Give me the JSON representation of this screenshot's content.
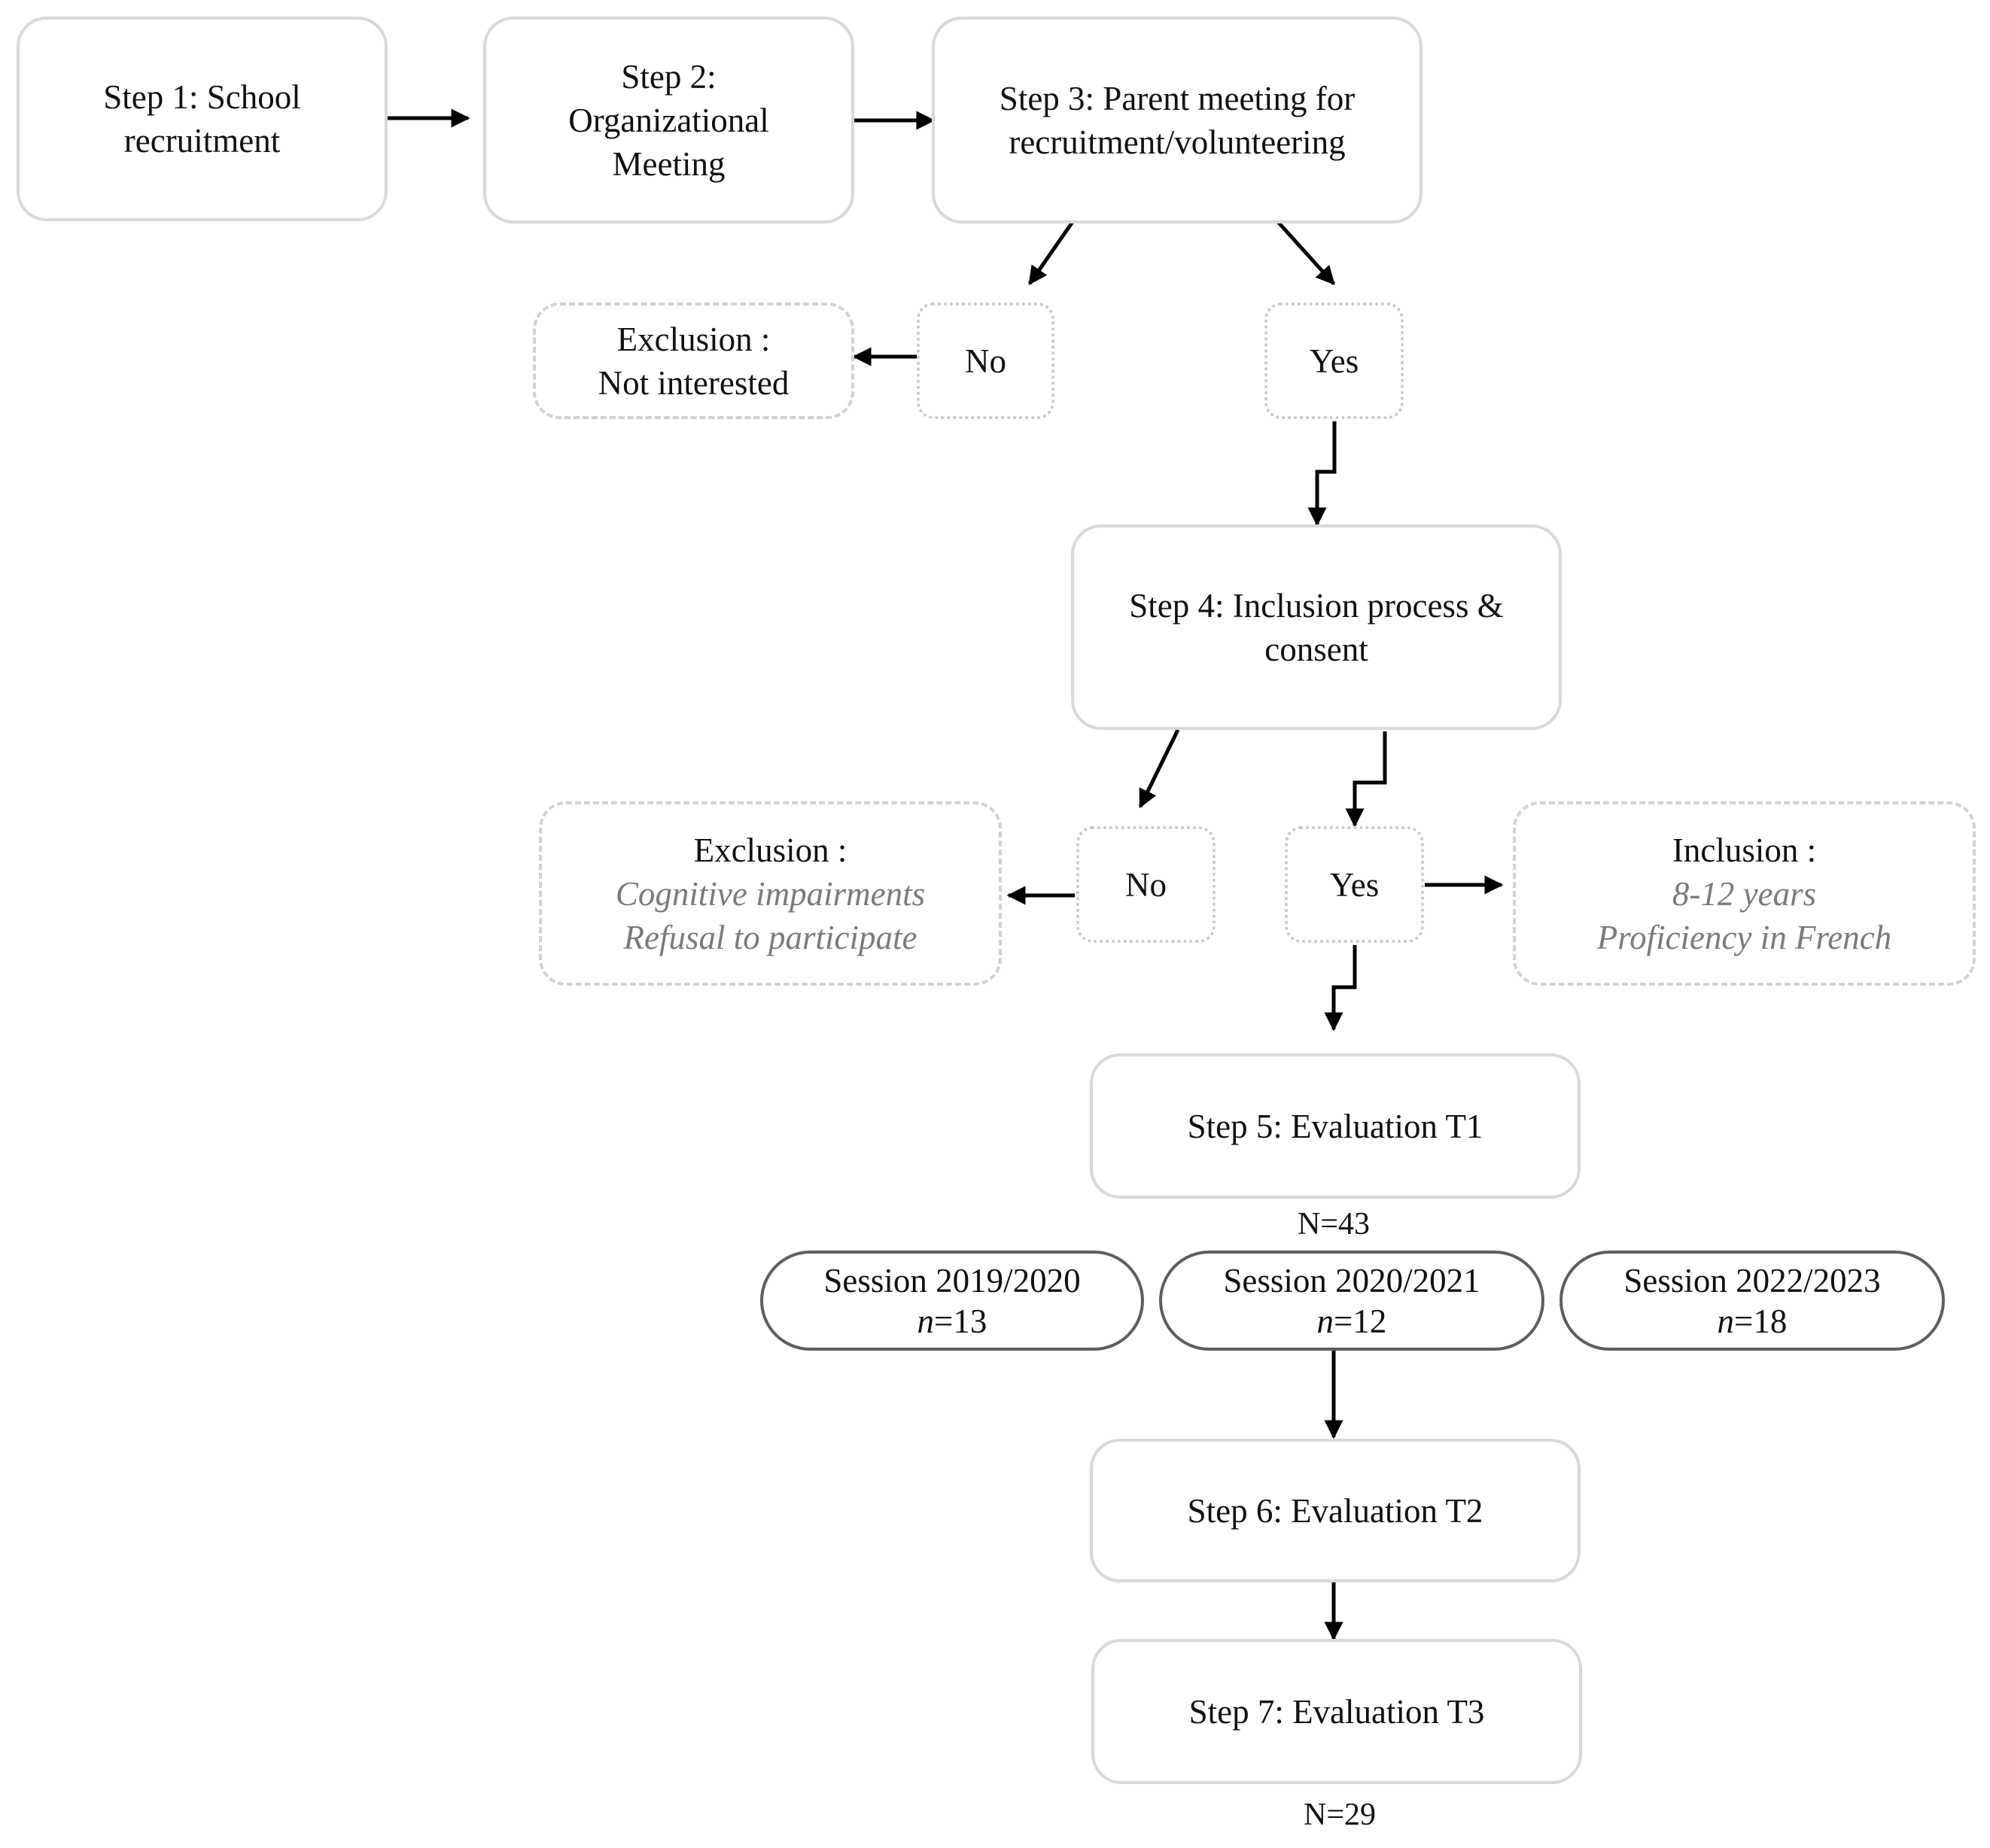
{
  "steps": {
    "step1": [
      "Step 1: School",
      "recruitment"
    ],
    "step2": [
      "Step 2:",
      "Organizational",
      "Meeting"
    ],
    "step3": [
      "Step 3: Parent meeting for",
      "recruitment/volunteering"
    ],
    "step4": [
      "Step 4: Inclusion process &",
      "consent"
    ],
    "step5": "Step 5: Evaluation T1",
    "step6": "Step 6: Evaluation T2",
    "step7": "Step 7: Evaluation T3"
  },
  "decisions": {
    "no1": "No",
    "yes1": "Yes",
    "no2": "No",
    "yes2": "Yes"
  },
  "exclusion1": {
    "title": "Exclusion :",
    "lines": [
      "Not interested"
    ]
  },
  "exclusion2": {
    "title": "Exclusion :",
    "lines": [
      "Cognitive impairments",
      "Refusal to participate"
    ]
  },
  "inclusion": {
    "title": "Inclusion :",
    "lines": [
      "8-12 years",
      "Proficiency in French"
    ]
  },
  "totals": {
    "t1": "N=43",
    "t3": "N=29"
  },
  "sessions": [
    {
      "label": "Session 2019/2020",
      "n_var": "n",
      "n_value": "=13"
    },
    {
      "label": "Session 2020/2021",
      "n_var": "n",
      "n_value": "=12"
    },
    {
      "label": "Session 2022/2023",
      "n_var": "n",
      "n_value": "=18"
    }
  ]
}
